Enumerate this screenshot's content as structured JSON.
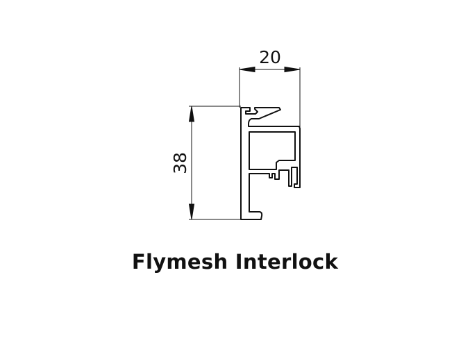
{
  "product": {
    "title": "Flymesh Interlock"
  },
  "dimensions": {
    "width_label": "20",
    "height_label": "38"
  },
  "colors": {
    "line": "#111111",
    "background": "#ffffff"
  }
}
